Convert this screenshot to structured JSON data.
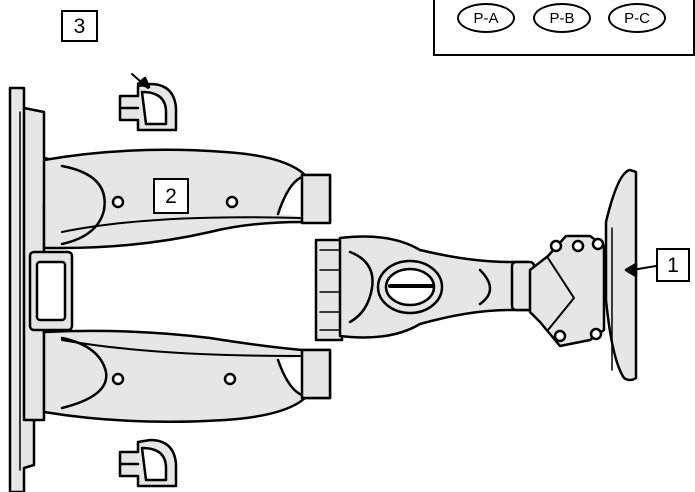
{
  "callouts": {
    "one": "1",
    "two": "2",
    "three": "3"
  },
  "parts": [
    {
      "label": "P-A"
    },
    {
      "label": "P-B"
    },
    {
      "label": "P-C"
    }
  ],
  "colors": {
    "line": "#000000",
    "part_fill": "#e6e6e6",
    "background": "#ffffff"
  }
}
